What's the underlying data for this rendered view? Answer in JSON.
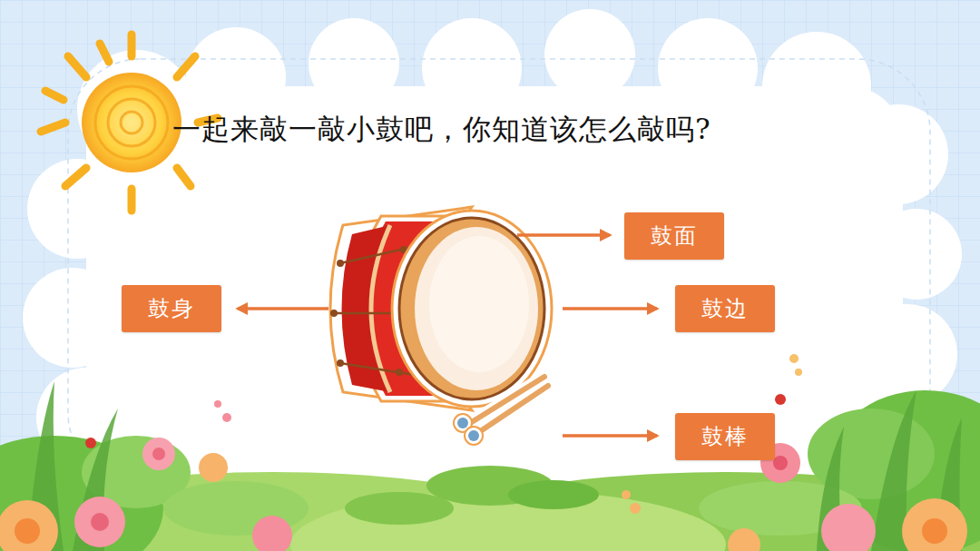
{
  "diagram": {
    "title": "一起来敲一敲小鼓吧，你知道该怎么敲吗?",
    "nodes": [
      {
        "text": [
          "鼓面"
        ]
      },
      {
        "text": [
          "鼓身"
        ]
      },
      {
        "text": [
          "鼓边"
        ]
      },
      {
        "text": [
          "鼓棒"
        ]
      }
    ]
  }
}
